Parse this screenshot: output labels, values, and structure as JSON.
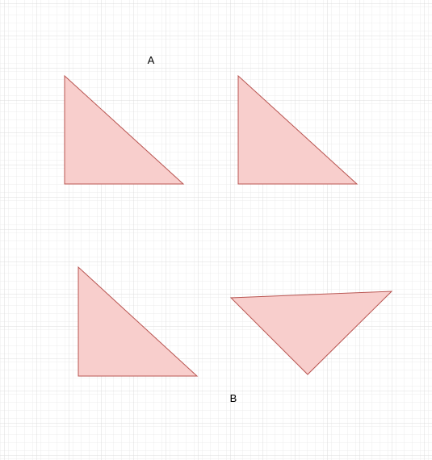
{
  "colors": {
    "canvas_background": "#ffffff",
    "grid_minor": "#ececec",
    "grid_major": "#dcdcdc",
    "shape_fill": "#f8cecc",
    "shape_stroke": "#b85450"
  },
  "labels": {
    "group_a": "A",
    "group_b": "B"
  },
  "shapes": [
    {
      "name": "triangle-a-left",
      "shape": "right-triangle"
    },
    {
      "name": "triangle-a-right",
      "shape": "right-triangle"
    },
    {
      "name": "triangle-b-left",
      "shape": "right-triangle"
    },
    {
      "name": "triangle-b-right",
      "shape": "rotated-triangle"
    }
  ]
}
